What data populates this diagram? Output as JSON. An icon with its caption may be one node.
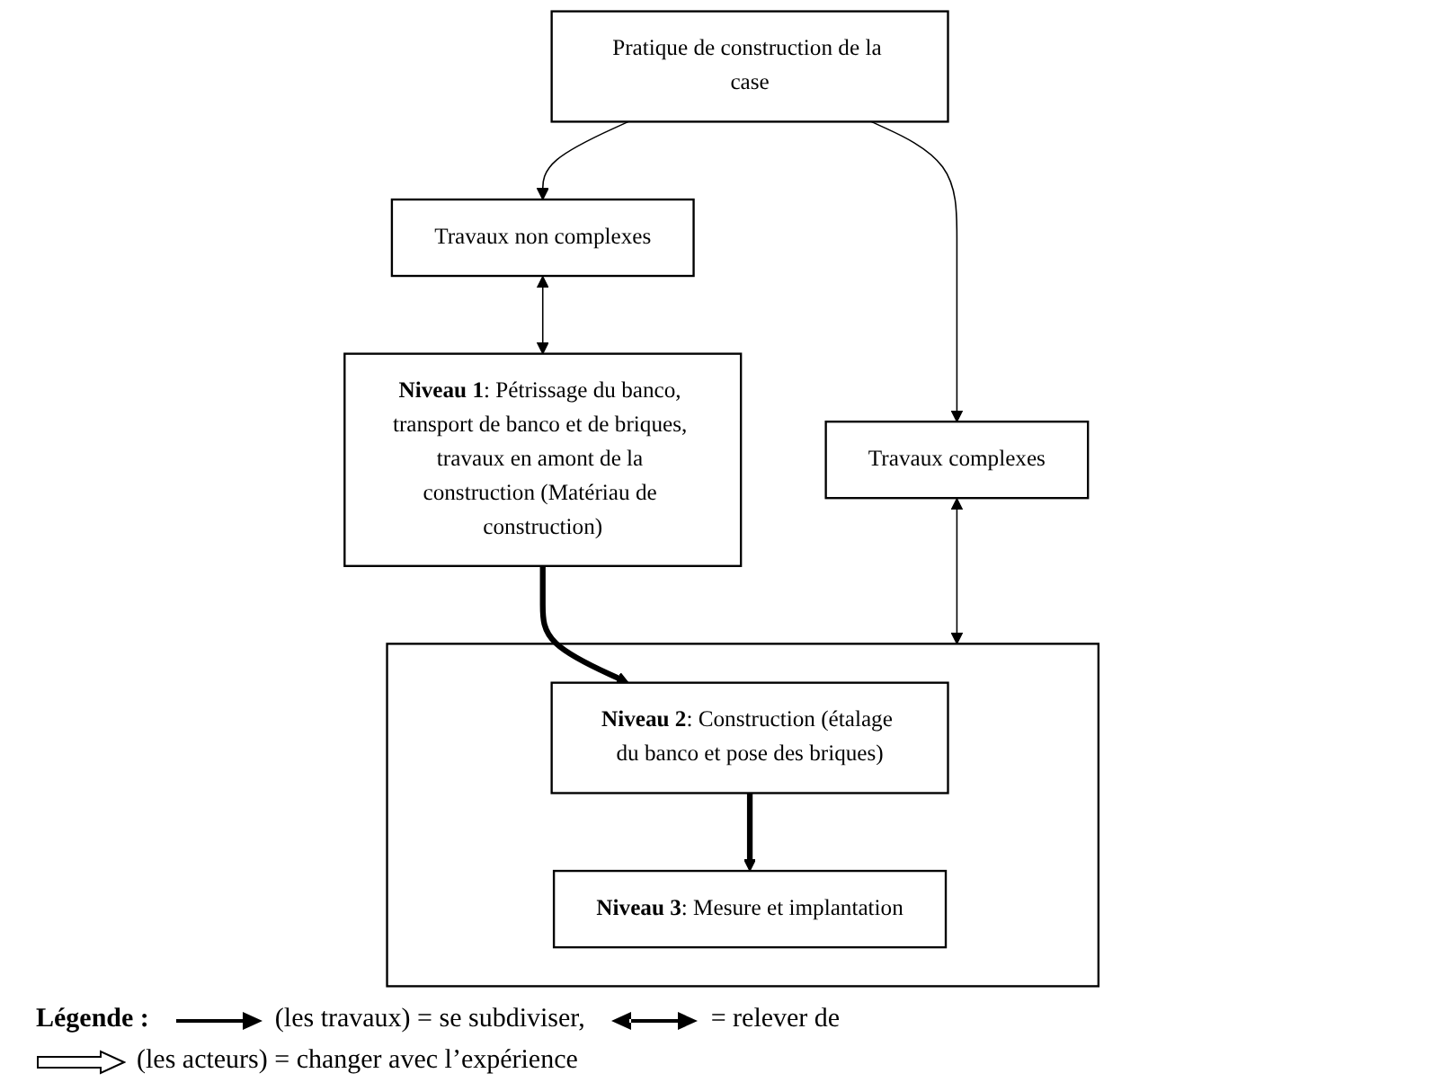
{
  "diagram": {
    "nodes": [
      {
        "text": [
          "Pratique de construction de la case"
        ]
      },
      {
        "text": [
          "Travaux non complexes"
        ]
      },
      {
        "text": [
          "Travaux complexes"
        ]
      },
      {
        "text": [
          "**Niveau 1**: Pétrissage du banco, transport de banco et de briques, travaux en amont de la construction (Matériau de construction)"
        ]
      },
      {
        "text": [],
        "shape": "box"
      },
      {
        "text": [
          "**Niveau 2**: Construction (étalage du banco et pose des briques)"
        ],
        "in": 4
      },
      {
        "text": [
          "**Niveau 3**: Mesure et implantation"
        ],
        "in": 4
      }
    ],
    "edges": [
      {
        "from": 0,
        "to": 1,
        "arrow": "to"
      },
      {
        "from": 0,
        "to": 2,
        "arrow": "to"
      },
      {
        "from": 1,
        "to": 3,
        "arrow": "both"
      },
      {
        "from": 2,
        "to": 4,
        "arrow": "both"
      },
      {
        "from": 3,
        "to": 5,
        "arrow": "to",
        "style": "thick"
      },
      {
        "from": 5,
        "to": 6,
        "arrow": "to",
        "style": "thick"
      }
    ],
    "labels": [
      "Légende :"
    ],
    "legend": [
      {
        "text": "(les travaux) = se subdiviser,"
      },
      {
        "text": "= relever de"
      },
      {
        "text": "(les acteurs) = changer avec l’expérience"
      }
    ]
  }
}
